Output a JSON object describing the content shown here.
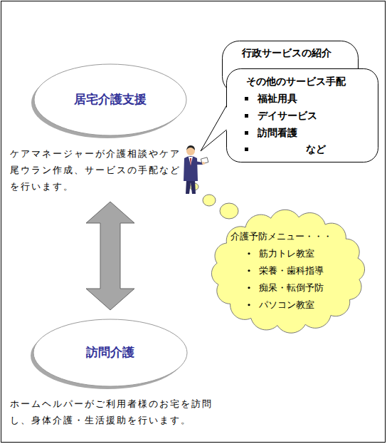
{
  "diagram": {
    "nodes": [
      {
        "text": [
          "居宅介護支援",
          "ケアマネージャーが介護相談やケア尾ウラン作成、サービスの手配などを行います。"
        ]
      },
      {
        "text": [
          "訪問介護",
          "ホームヘルパーがご利用者様のお宅を訪問し、身体介護・生活援助を行います。"
        ]
      },
      {
        "text": [
          "行政サービスの紹介"
        ]
      },
      {
        "text": [
          "その他のサービス手配",
          "福祉用具",
          "デイサービス",
          "訪問看護",
          "など"
        ]
      },
      {
        "text": [
          "介護予防メニュー・・・",
          "筋力トレ教室",
          "栄養・歯科指導",
          "痴呆・転倒予防",
          "パソコン教室"
        ]
      }
    ],
    "edges": [
      {
        "from": 0,
        "to": 1,
        "arrow": "both"
      }
    ]
  }
}
